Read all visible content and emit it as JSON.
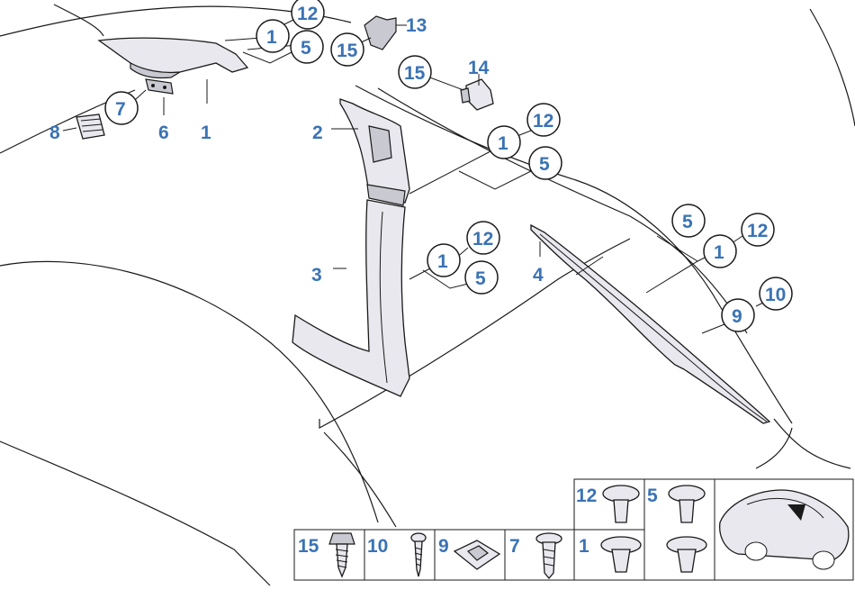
{
  "callouts": {
    "c1a": "1",
    "c12a": "12",
    "c5a": "5",
    "c13": "13",
    "c15a": "15",
    "c15b": "15",
    "c14": "14",
    "c7": "7",
    "c8": "8",
    "c6": "6",
    "c1b": "1",
    "c2": "2",
    "c1c": "1",
    "c12b": "12",
    "c5b": "5",
    "c3": "3",
    "c1d": "1",
    "c12c": "12",
    "c5c": "5",
    "c4": "4",
    "c5d": "5",
    "c1e": "1",
    "c12d": "12",
    "c9": "9",
    "c10": "10"
  },
  "legend": {
    "bottom": [
      "15",
      "10",
      "9",
      "7",
      "1"
    ],
    "top": [
      "12",
      "5"
    ]
  }
}
